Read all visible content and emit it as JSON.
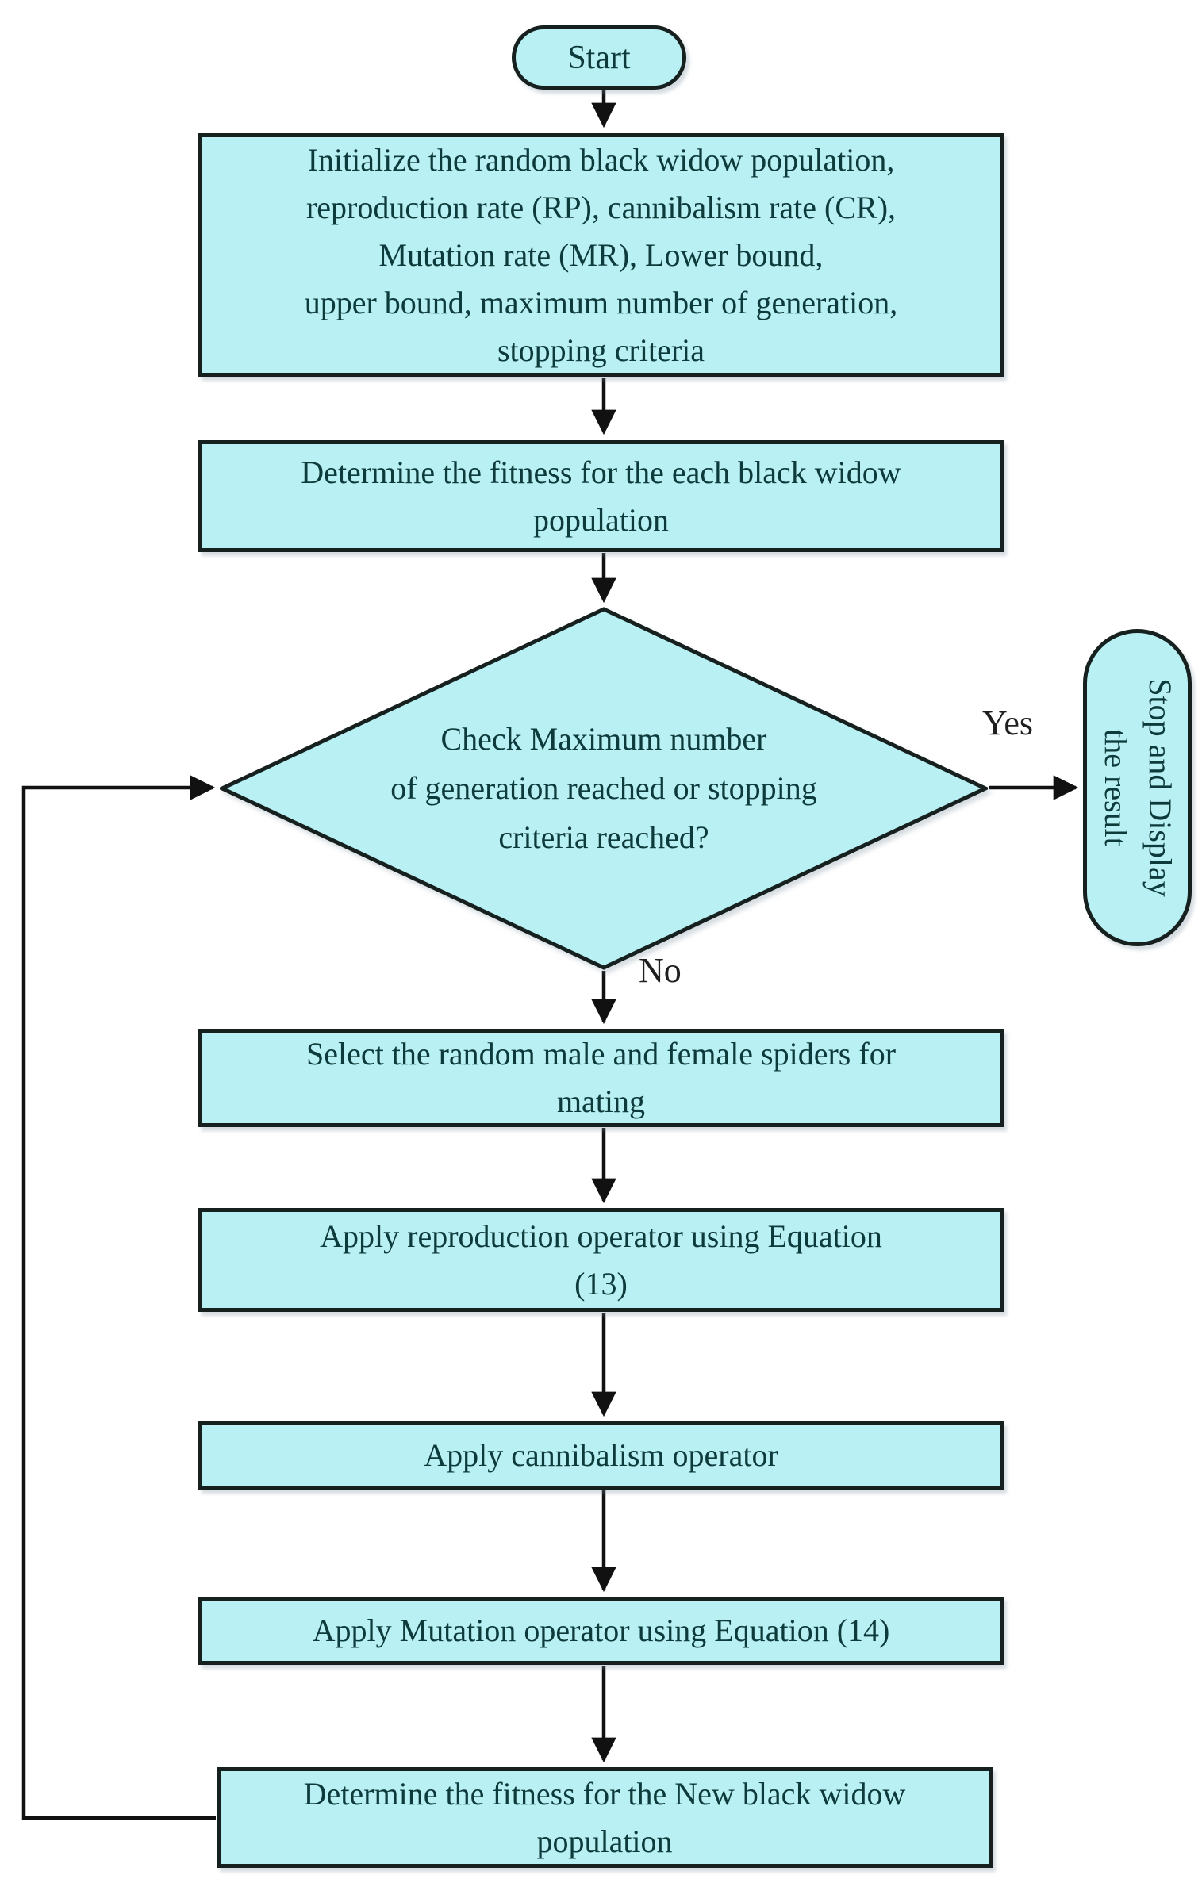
{
  "flowchart": {
    "nodes": {
      "start": {
        "label": "Start"
      },
      "initialize": {
        "label": "Initialize the random black widow population,\nreproduction rate (RP), cannibalism rate (CR),\nMutation rate (MR), Lower bound,\nupper bound, maximum number of generation,\nstopping criteria"
      },
      "fitness_each": {
        "label": "Determine the fitness for the each black widow\npopulation"
      },
      "decision": {
        "label": "Check Maximum number\nof generation reached or stopping\ncriteria reached?"
      },
      "stop": {
        "label": "Stop and Display\nthe result"
      },
      "select_mating": {
        "label": "Select the random male and female spiders for\nmating"
      },
      "reproduction": {
        "label": "Apply reproduction operator using Equation\n(13)"
      },
      "cannibalism": {
        "label": "Apply cannibalism operator"
      },
      "mutation": {
        "label": "Apply Mutation operator using Equation (14)"
      },
      "fitness_new": {
        "label": "Determine the fitness for the New black widow\npopulation"
      }
    },
    "edge_labels": {
      "yes": "Yes",
      "no": "No"
    },
    "colors": {
      "node_fill": "#b9f0f3",
      "node_border": "#16201f",
      "node_text": "#0d3a3a",
      "connector": "#111111",
      "edge_label_text": "#1f1f1f",
      "background": "#ffffff"
    }
  }
}
